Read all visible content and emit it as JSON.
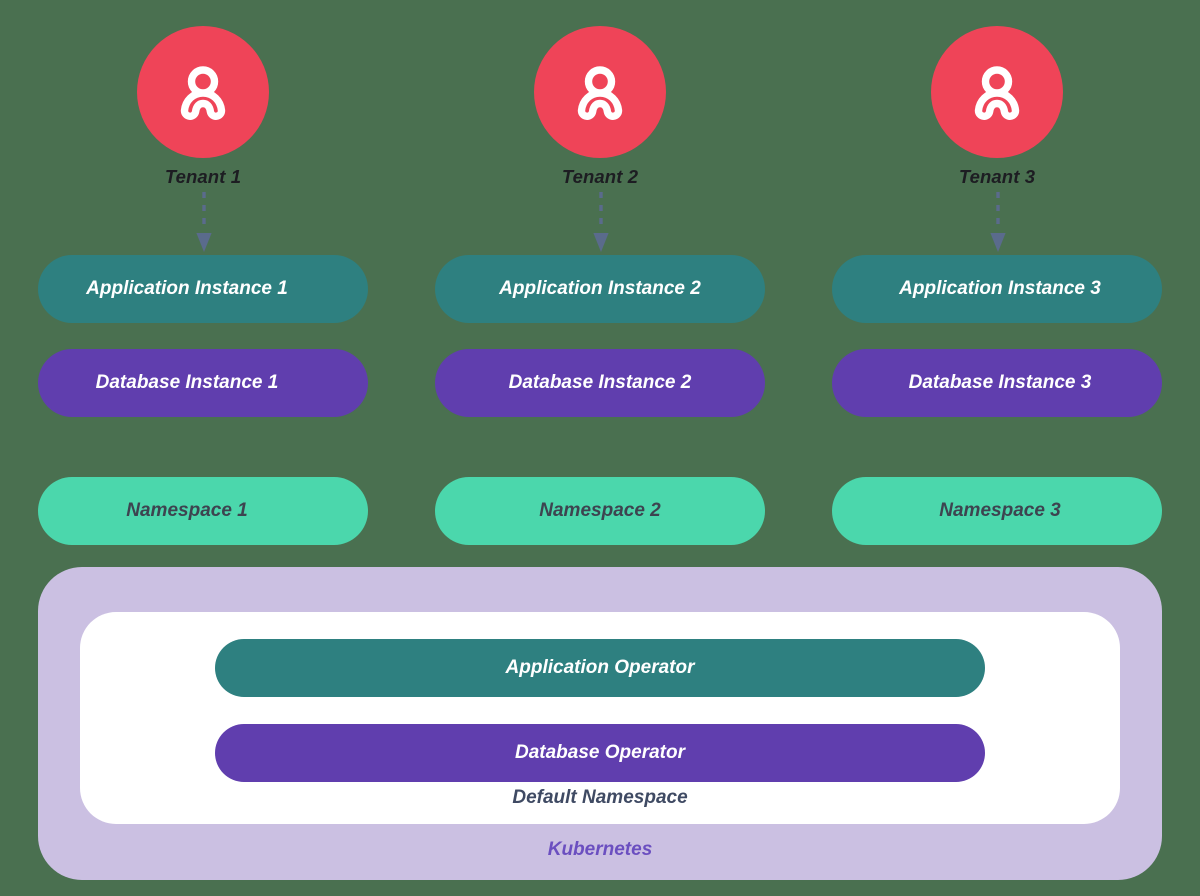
{
  "background_color": "#4a7050",
  "palette": {
    "tenant_circle": "#ef4458",
    "application": "#2e8080",
    "database": "#603eae",
    "namespace": "#4bd7ac",
    "kubernetes_container": "#cbc0e2",
    "inner_panel": "#ffffff",
    "arrow": "#5a6b8c",
    "tenant_label_text": "#1d1d22",
    "namespace_label_text": "#3d4450",
    "default_namespace_text": "#3f4a63",
    "kubernetes_text": "#6b4fc0"
  },
  "tenants": [
    {
      "label": "Tenant 1",
      "icon": "user-icon"
    },
    {
      "label": "Tenant 2",
      "icon": "user-icon"
    },
    {
      "label": "Tenant 3",
      "icon": "user-icon"
    }
  ],
  "arrows": [
    {
      "name": "tenant-1-arrow",
      "style": "dashed-down"
    },
    {
      "name": "tenant-2-arrow",
      "style": "dashed-down"
    },
    {
      "name": "tenant-3-arrow",
      "style": "dashed-down"
    }
  ],
  "columns": [
    {
      "application_instance": "Application Instance 1",
      "database_instance": "Database Instance 1",
      "namespace": "Namespace 1"
    },
    {
      "application_instance": "Application Instance 2",
      "database_instance": "Database Instance 2",
      "namespace": "Namespace 2"
    },
    {
      "application_instance": "Application Instance 3",
      "database_instance": "Database Instance 3",
      "namespace": "Namespace 3"
    }
  ],
  "kubernetes": {
    "label": "Kubernetes",
    "inner": {
      "application_operator": "Application Operator",
      "database_operator": "Database Operator",
      "namespace_label": "Default Namespace"
    }
  }
}
